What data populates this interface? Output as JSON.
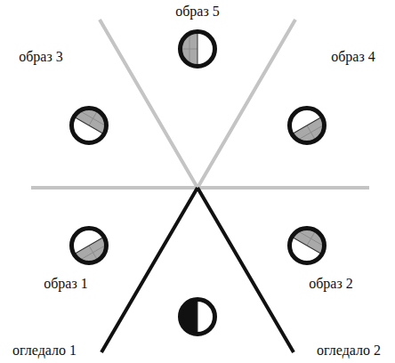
{
  "diagram": {
    "labels": [
      "образ 5",
      "образ 3",
      "образ 4",
      "образ 1",
      "образ 2",
      "огледало 1",
      "огледало 2"
    ]
  }
}
